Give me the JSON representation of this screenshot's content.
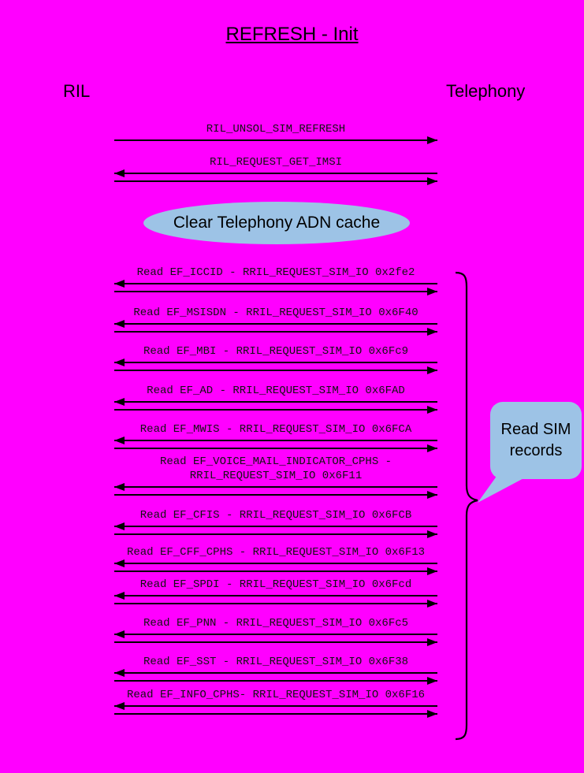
{
  "title": "REFRESH - Init",
  "actors": {
    "left": "RIL",
    "right": "Telephony"
  },
  "note": {
    "text": "Clear Telephony ADN cache"
  },
  "messages": [
    {
      "label": "RIL_UNSOL_SIM_REFRESH",
      "direction": "right"
    },
    {
      "label": "RIL_REQUEST_GET_IMSI",
      "direction": "both"
    },
    {
      "label": "Read EF_ICCID - RRIL_REQUEST_SIM_IO 0x2fe2",
      "direction": "both"
    },
    {
      "label": "Read EF_MSISDN - RRIL_REQUEST_SIM_IO 0x6F40",
      "direction": "both"
    },
    {
      "label": "Read EF_MBI - RRIL_REQUEST_SIM_IO 0x6Fc9",
      "direction": "both"
    },
    {
      "label": "Read EF_AD - RRIL_REQUEST_SIM_IO 0x6FAD",
      "direction": "both"
    },
    {
      "label": "Read EF_MWIS - RRIL_REQUEST_SIM_IO 0x6FCA",
      "direction": "both"
    },
    {
      "label": "Read EF_VOICE_MAIL_INDICATOR_CPHS - RRIL_REQUEST_SIM_IO 0x6F11",
      "direction": "both"
    },
    {
      "label": "Read EF_CFIS - RRIL_REQUEST_SIM_IO 0x6FCB",
      "direction": "both"
    },
    {
      "label": "Read EF_CFF_CPHS - RRIL_REQUEST_SIM_IO 0x6F13",
      "direction": "both"
    },
    {
      "label": "Read EF_SPDI - RRIL_REQUEST_SIM_IO 0x6Fcd",
      "direction": "both"
    },
    {
      "label": "Read EF_PNN - RRIL_REQUEST_SIM_IO 0x6Fc5",
      "direction": "both"
    },
    {
      "label": "Read EF_SST - RRIL_REQUEST_SIM_IO 0x6F38",
      "direction": "both"
    },
    {
      "label": "Read EF_INFO_CPHS- RRIL_REQUEST_SIM_IO 0x6F16",
      "direction": "both"
    }
  ],
  "callout": {
    "text": "Read SIM records"
  },
  "colors": {
    "background": "#FF00FF",
    "shape_fill": "#9DC3E6",
    "line": "#000000",
    "text": "#000000"
  }
}
